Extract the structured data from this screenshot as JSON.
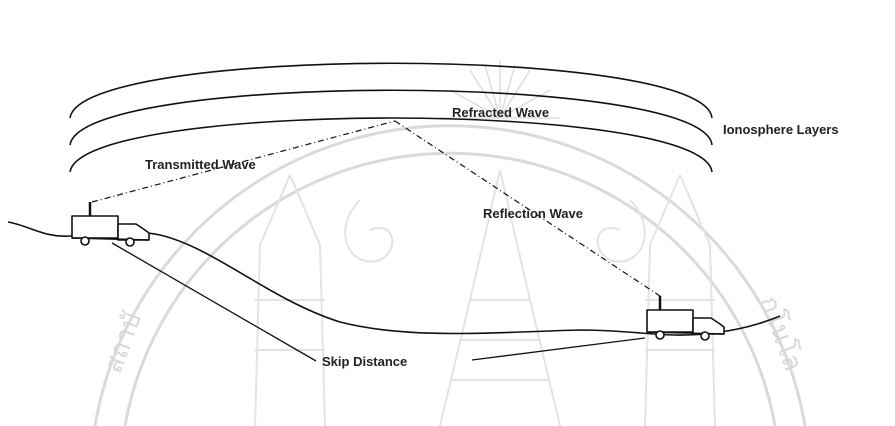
{
  "labels": {
    "refracted": "Refracted Wave",
    "transmitted": "Transmitted Wave",
    "ionosphere": "Ionosphere Layers",
    "reflection": "Reflection Wave",
    "skip": "Skip Distance"
  },
  "watermark": {
    "left_glyphs": "สถาบั",
    "right_glyphs": "กโนโล"
  }
}
